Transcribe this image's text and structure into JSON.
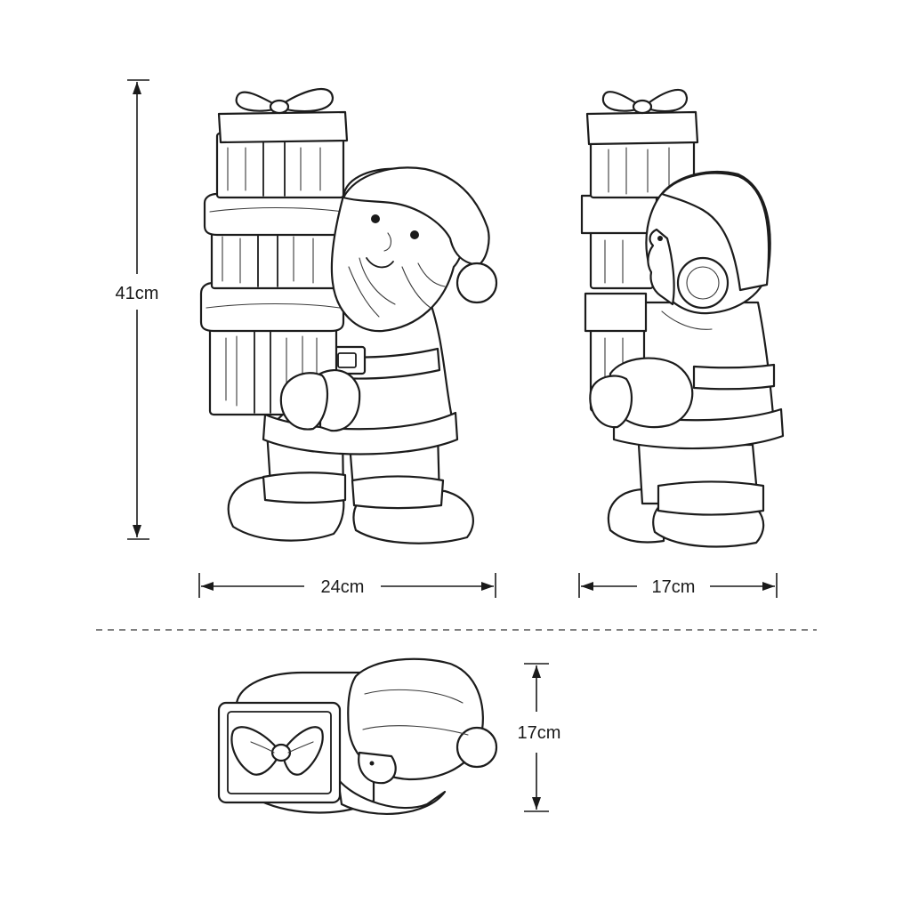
{
  "dimensions": {
    "height_front": "41cm",
    "width_front": "24cm",
    "depth_side": "17cm",
    "depth_top": "17cm"
  }
}
